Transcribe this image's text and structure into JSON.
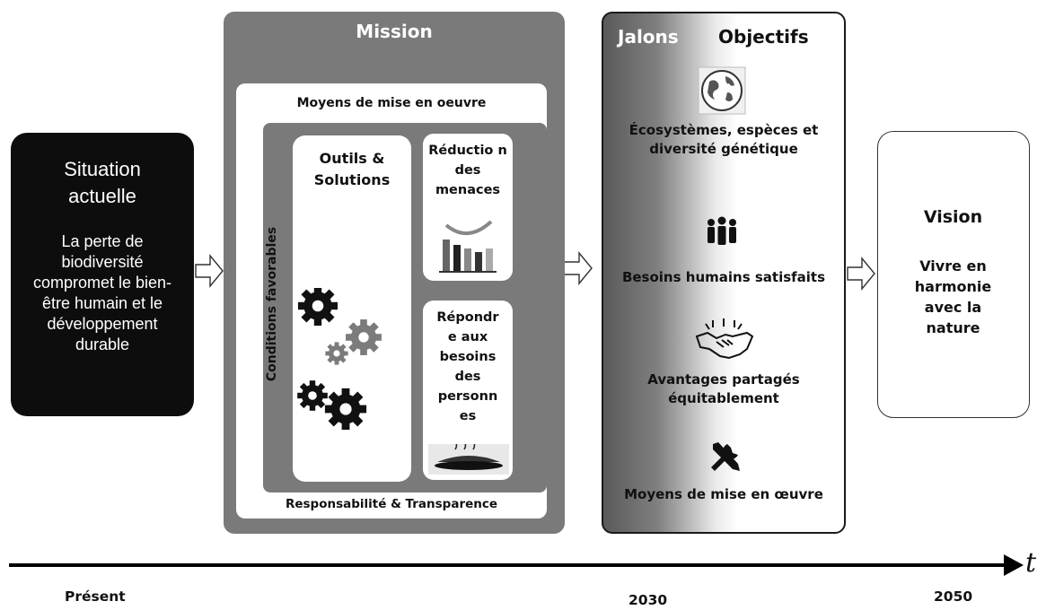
{
  "situation": {
    "title": "Situation actuelle",
    "text": "La perte de biodiversité compromet le bien-être humain et le développement durable"
  },
  "mission": {
    "title": "Mission",
    "means": "Moyens de mise en oeuvre",
    "conditions": "Conditions favorables",
    "tools": "Outils & Solutions",
    "threats": "Réductio n des menaces",
    "needs": "Répondr e aux besoins des personn es",
    "accountability": "Responsabilité & Transparence"
  },
  "objectives": {
    "milestones_label": "Jalons",
    "goals_label": "Objectifs",
    "ecosystems": "Écosystèmes, espèces et diversité génétique",
    "human_needs": "Besoins humains satisfaits",
    "benefits": "Avantages partagés équitablement",
    "implementation": "Moyens de mise en œuvre"
  },
  "vision": {
    "title": "Vision",
    "text": "Vivre en harmonie avec la nature"
  },
  "timeline": {
    "present": "Présent",
    "milestone": "2030",
    "end": "2050",
    "axis_symbol": "t"
  }
}
